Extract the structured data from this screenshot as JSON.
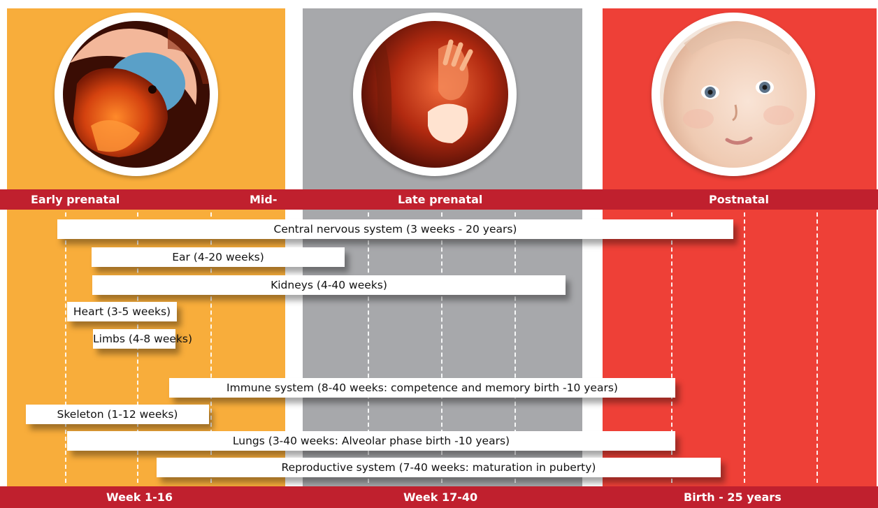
{
  "stages": {
    "early": "Early prenatal",
    "mid": "Mid-",
    "late": "Late prenatal",
    "postnatal": "Postnatal"
  },
  "periods": {
    "early": "Week 1-16",
    "late": "Week 17-40",
    "postnatal": "Birth - 25 years"
  },
  "systems": [
    {
      "label": "Central nervous system (3 weeks - 20 years)"
    },
    {
      "label": "Ear (4-20 weeks)"
    },
    {
      "label": "Kidneys (4-40 weeks)"
    },
    {
      "label": "Heart (3-5 weeks)"
    },
    {
      "label": "Limbs (4-8 weeks)"
    },
    {
      "label": "Immune system (8-40 weeks: competence and memory birth -10 years)"
    },
    {
      "label": "Skeleton (1-12 weeks)"
    },
    {
      "label": "Lungs (3-40 weeks: Alveolar phase birth -10 years)"
    },
    {
      "label": "Reproductive system (7-40 weeks: maturation in puberty)"
    }
  ],
  "colors": {
    "early": "#f8ad3b",
    "late": "#a7a8ab",
    "postnatal": "#ee4037",
    "band": "#c0202e"
  },
  "images": [
    "embryo-photo",
    "fetus-photo",
    "baby-photo"
  ]
}
